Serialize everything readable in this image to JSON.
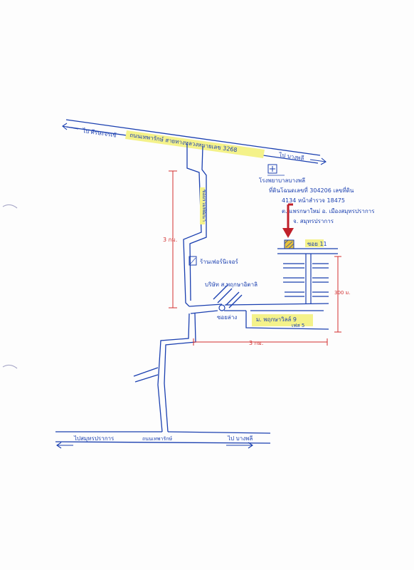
{
  "colors": {
    "ink": "#1a3fb0",
    "dimension": "#d23030",
    "highlight": "#f4f28a",
    "target_fill": "#e8c23a",
    "arrow": "#c0202a"
  },
  "top_road": {
    "direction_left": "ไป ศีรษะจรเข้",
    "name": "ถนนเทพารักษ์ สายทางหลวงหมายเลข 3268",
    "direction_right": "ไป บางพลี"
  },
  "bottom_road": {
    "direction_left": "ไปสมุทรปราการ",
    "name": "ถนนเทพารักษ์",
    "direction_right": "ไป บางพลี"
  },
  "school": {
    "name": "โรงพยาบาลบางพลี",
    "address_line1": "ที่ดินโฉนดเลขที่ 304206 เลขที่ดิน",
    "address_line2": "4134 หน้าสำรวจ 18475",
    "address_line3": "ต. แพรกษาใหม่ อ. เมืองสมุทรปราการ",
    "address_line4": "จ. สมุทรปราการ"
  },
  "landmarks": {
    "alley_entrance_label": "ซอยรวมพัฒนา",
    "shop_label": "ร้านเฟอร์นิเจอร์",
    "company_label": "บริษัท ส.พฤกษาอิตาลิ",
    "junction_label": "ซอยล่าง",
    "village_line1": "ม. พฤกษาวิลล์ 9",
    "village_line2": "เฟส 5",
    "target_soi": "ซอย 11"
  },
  "distances": {
    "vertical": "3 กม.",
    "horizontal": "3 กม.",
    "right_side": "300 ม."
  }
}
